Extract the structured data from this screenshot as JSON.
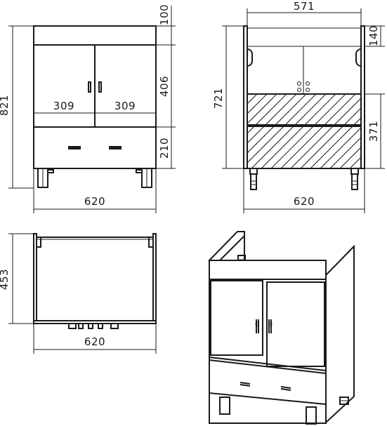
{
  "front_view": {
    "width_label": "620",
    "height_label": "821",
    "top_panel_label": "100",
    "door_label": "406",
    "drawer_label": "210",
    "left_door_width_label": "309",
    "right_door_width_label": "309"
  },
  "back_view": {
    "inner_width_label": "571",
    "width_label": "620",
    "height_label": "721",
    "top_gap_label": "140",
    "hatched_label": "371"
  },
  "top_view": {
    "depth_label": "453",
    "width_label": "620"
  }
}
